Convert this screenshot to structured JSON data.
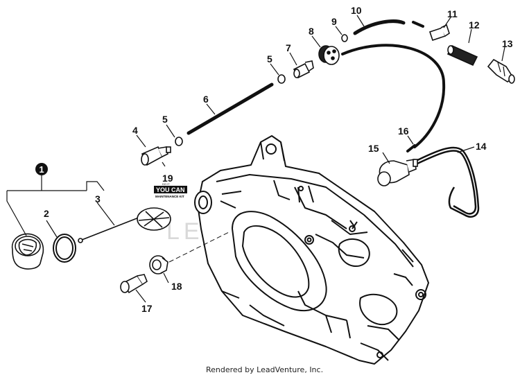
{
  "labels": {
    "callout_1": "1",
    "p2": "2",
    "p3": "3",
    "p4": "4",
    "p5a": "5",
    "p5b": "5",
    "p6": "6",
    "p7": "7",
    "p8": "8",
    "p9": "9",
    "p10": "10",
    "p11": "11",
    "p12": "12",
    "p13": "13",
    "p14": "14",
    "p15": "15",
    "p16": "16",
    "p17": "17",
    "p18": "18",
    "p19": "19"
  },
  "kit": {
    "line1": "YOU CAN",
    "superscript": "DO IT",
    "line2": "MAINTENANCE KIT"
  },
  "watermark": "LEADVENTURE",
  "footer": {
    "credit": "Rendered by LeadVenture, Inc."
  },
  "colors": {
    "line": "#111111",
    "callout_fill": "#111111",
    "watermark": "#d9d9d9"
  }
}
